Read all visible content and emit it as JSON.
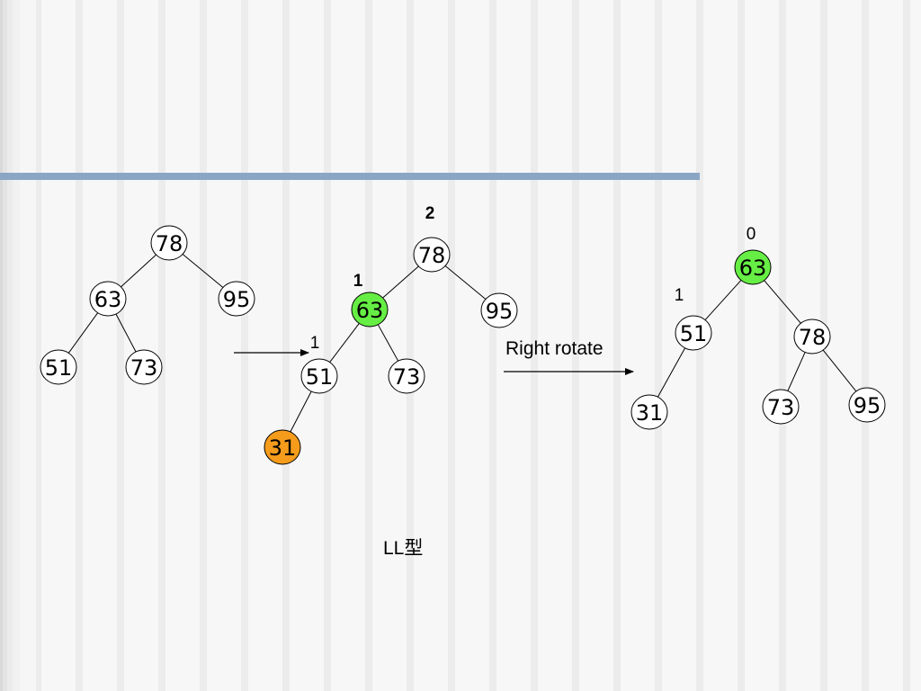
{
  "colors": {
    "title_bar": "#8aa6c4",
    "node_default": "#ffffff",
    "node_highlight": "#66ee44",
    "node_inserted": "#f59c1c"
  },
  "trees": [
    {
      "name": "tree-before",
      "nodes": [
        {
          "key": "78",
          "fill": "node_default"
        },
        {
          "key": "63",
          "fill": "node_default"
        },
        {
          "key": "95",
          "fill": "node_default"
        },
        {
          "key": "51",
          "fill": "node_default"
        },
        {
          "key": "73",
          "fill": "node_default"
        }
      ],
      "edges": [
        [
          "78",
          "63"
        ],
        [
          "78",
          "95"
        ],
        [
          "63",
          "51"
        ],
        [
          "63",
          "73"
        ]
      ],
      "balance_labels": []
    },
    {
      "name": "tree-unbalanced",
      "nodes": [
        {
          "key": "78",
          "fill": "node_default"
        },
        {
          "key": "63",
          "fill": "node_highlight"
        },
        {
          "key": "95",
          "fill": "node_default"
        },
        {
          "key": "51",
          "fill": "node_default"
        },
        {
          "key": "73",
          "fill": "node_default"
        },
        {
          "key": "31",
          "fill": "node_inserted"
        }
      ],
      "edges": [
        [
          "78",
          "63"
        ],
        [
          "78",
          "95"
        ],
        [
          "63",
          "51"
        ],
        [
          "63",
          "73"
        ],
        [
          "51",
          "31"
        ]
      ],
      "balance_labels": [
        {
          "node": "78",
          "text": "2",
          "bold": true
        },
        {
          "node": "63",
          "text": "1",
          "bold": true
        },
        {
          "node": "51",
          "text": "1",
          "bold": false
        }
      ]
    },
    {
      "name": "tree-after",
      "nodes": [
        {
          "key": "63",
          "fill": "node_highlight"
        },
        {
          "key": "51",
          "fill": "node_default"
        },
        {
          "key": "78",
          "fill": "node_default"
        },
        {
          "key": "31",
          "fill": "node_default"
        },
        {
          "key": "73",
          "fill": "node_default"
        },
        {
          "key": "95",
          "fill": "node_default"
        }
      ],
      "edges": [
        [
          "63",
          "51"
        ],
        [
          "63",
          "78"
        ],
        [
          "51",
          "31"
        ],
        [
          "78",
          "73"
        ],
        [
          "78",
          "95"
        ]
      ],
      "balance_labels": [
        {
          "node": "63",
          "text": "0",
          "bold": false
        },
        {
          "node": "51",
          "text": "1",
          "bold": false
        }
      ]
    }
  ],
  "arrow_right_rotate_label": "Right rotate",
  "caption": "LL型"
}
